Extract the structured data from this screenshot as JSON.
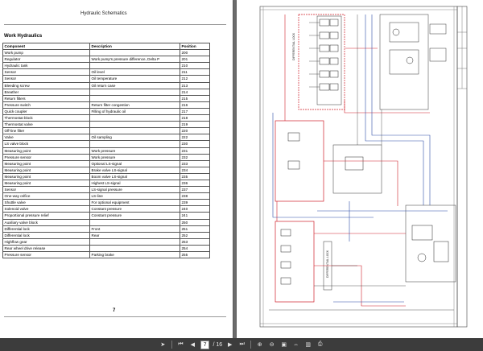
{
  "doc": {
    "header": "Hydraulic Schematics",
    "section": "Work Hydraulics",
    "columns": [
      "Component",
      "Description",
      "Position"
    ],
    "rows": [
      [
        "Work pump",
        "",
        "200"
      ],
      [
        "Regulator",
        "Work pump's pressure difference, Delta P",
        "201"
      ],
      [
        "Hydraulic tank",
        "",
        "210"
      ],
      [
        "Sensor",
        "Oil level",
        "211"
      ],
      [
        "Sensor",
        "Oil temperature",
        "212"
      ],
      [
        "Bleeding screw",
        "Oil return case",
        "213"
      ],
      [
        "Breather",
        "",
        "214"
      ],
      [
        "Return filters",
        "",
        "215"
      ],
      [
        "Pressure switch",
        "Return filter congestion",
        "216"
      ],
      [
        "Quick coupler",
        "Filling of hydraulic oil",
        "217"
      ],
      [
        "Thermostat block",
        "",
        "218"
      ],
      [
        "Thermostat valve",
        "",
        "219"
      ],
      [
        "Off-line filter",
        "",
        "220"
      ],
      [
        "Valve",
        "Oil sampling",
        "222"
      ],
      [
        "LS valve block",
        "",
        "230"
      ],
      [
        "Measuring point",
        "Work pressure",
        "231"
      ],
      [
        "Pressure sensor",
        "Work pressure",
        "232"
      ],
      [
        "Measuring point",
        "Optional LS-signal",
        "233"
      ],
      [
        "Measuring point",
        "Brake valve LS-signal",
        "234"
      ],
      [
        "Measuring point",
        "Boom valve LS-signal",
        "235"
      ],
      [
        "Measuring point",
        "Highest LS-signal",
        "236"
      ],
      [
        "Sensor",
        "LS-signal pressure",
        "237"
      ],
      [
        "One-way orifice",
        "LS-line",
        "238"
      ],
      [
        "Shuttle valve",
        "For optional equipment",
        "239"
      ],
      [
        "Solenoid valve",
        "Constant pressure",
        "240"
      ],
      [
        "Proportional pressure relief",
        "Constant pressure",
        "241"
      ],
      [
        "Auxiliary valve block",
        "",
        "250"
      ],
      [
        "Differential lock",
        "Front",
        "251"
      ],
      [
        "Differential lock",
        "Rear",
        "252"
      ],
      [
        "Highflow gear",
        "",
        "253"
      ],
      [
        "Rear wheel drive release",
        "",
        "254"
      ],
      [
        "Pressure sensor",
        "Parking brake",
        "255"
      ]
    ],
    "page_number": "7"
  },
  "schematic": {
    "rotated_labels": [
      "DIFFERENTIAL LOCK",
      "DIFFERENTIAL LOCK"
    ]
  },
  "toolbar": {
    "page_input": "7",
    "page_total": "/ 16",
    "icons": [
      "cursor-icon",
      "first-page-icon",
      "prev-page-icon",
      "next-page-icon",
      "last-page-icon",
      "zoom-in-icon",
      "zoom-out-icon",
      "fit-page-icon",
      "fit-width-icon",
      "two-page-icon",
      "print-icon"
    ]
  },
  "colors": {
    "red_line": "#d0202a",
    "blue_line": "#2f4fa8",
    "toolbar": "#3c3c3c",
    "viewer_bg": "#6f6f6f"
  }
}
